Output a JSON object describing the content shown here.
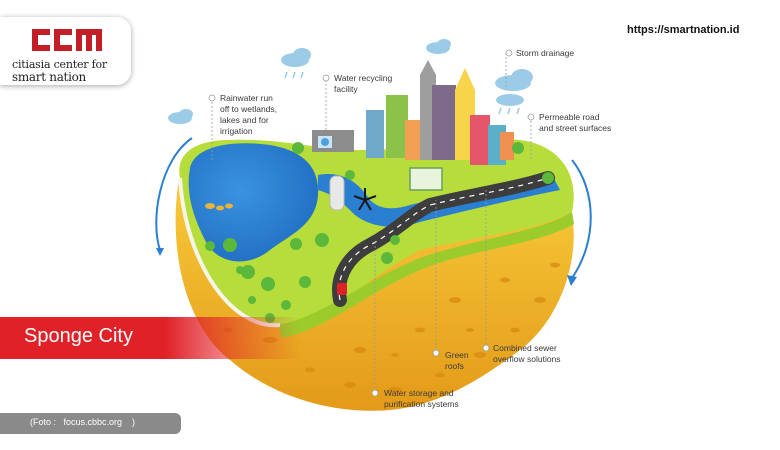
{
  "logo": {
    "mark_text": "ccm",
    "line1": "citiasia center for",
    "line2": "smart nation",
    "brand_color": "#c41f27"
  },
  "site_url": "https://smartnation.id",
  "title": "Sponge City",
  "photo_credit": "(Foto :   focus.cbbc.org    )",
  "callouts": {
    "rainwater": [
      "Rainwater run",
      "off to wetlands,",
      "lakes and for",
      "irrigation"
    ],
    "recycling": [
      "Water recycling",
      "facility"
    ],
    "storm": [
      "Storm drainage"
    ],
    "permeable": [
      "Permeable road",
      "and street surfaces"
    ],
    "green_roofs": [
      "Green",
      "roofs"
    ],
    "sewer": [
      "Combined sewer",
      "overflow solutions"
    ],
    "storage": [
      "Water storage and",
      "purification systems"
    ]
  },
  "colors": {
    "accent_red": "#e02127",
    "grass": "#b6dd3c",
    "water": "#2b7fd0",
    "soil": "#f2b422"
  }
}
